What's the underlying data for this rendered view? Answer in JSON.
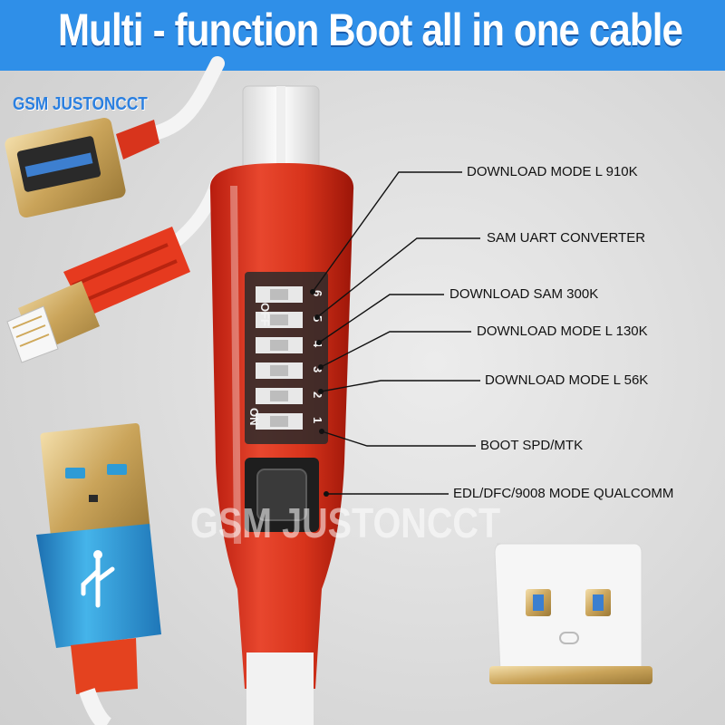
{
  "title": "Multi - function Boot all in one cable",
  "brand": "GSM JUSTONCCT",
  "watermark": "GSM JUSTONCCT",
  "switch_labels": {
    "off": "OFF",
    "on": "ON",
    "numbers": [
      "6",
      "5",
      "4",
      "3",
      "2",
      "1"
    ]
  },
  "callouts": [
    "DOWNLOAD MODE L 910K",
    "SAM UART CONVERTER",
    "DOWNLOAD SAM 300K",
    "DOWNLOAD MODE L 130K",
    "DOWNLOAD MODE L 56K",
    "BOOT SPD/MTK",
    "EDL/DFC/9008 MODE QUALCOMM"
  ],
  "colors": {
    "title_bar": "#2f8fe8",
    "cable_body": "#d8341c",
    "usb_blue": "#2e9bd6",
    "gold": "#d8b96a"
  }
}
